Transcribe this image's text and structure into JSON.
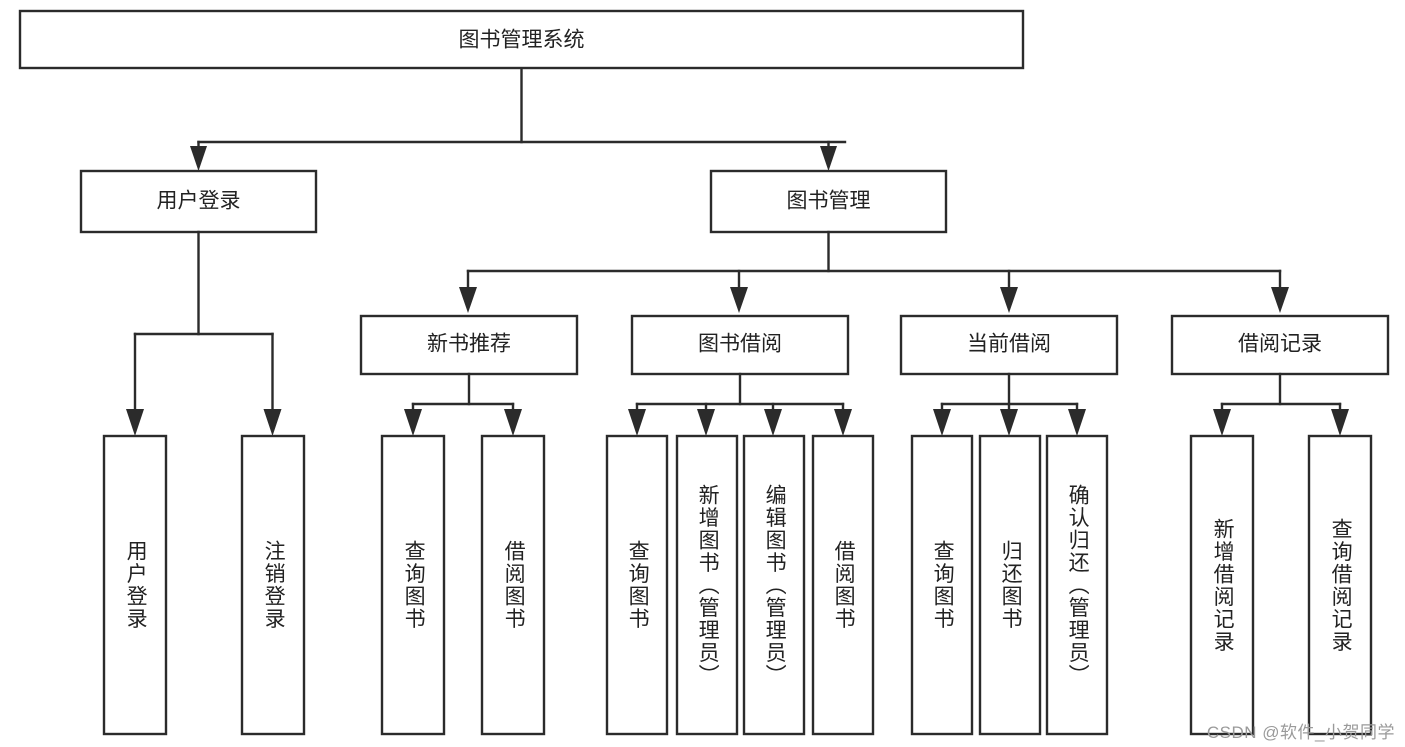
{
  "diagram": {
    "title": "图书管理系统",
    "type": "tree",
    "root": {
      "label": "图书管理系统"
    },
    "level1": [
      {
        "label": "用户登录"
      },
      {
        "label": "图书管理"
      }
    ],
    "level2": [
      {
        "label": "新书推荐",
        "parent": "图书管理"
      },
      {
        "label": "图书借阅",
        "parent": "图书管理"
      },
      {
        "label": "当前借阅",
        "parent": "图书管理"
      },
      {
        "label": "借阅记录",
        "parent": "图书管理"
      }
    ],
    "leaves": {
      "user_login": [
        {
          "label": "用户登录"
        },
        {
          "label": "注销登录"
        }
      ],
      "new_book_recommend": [
        {
          "label": "查询图书"
        },
        {
          "label": "借阅图书"
        }
      ],
      "book_borrow": [
        {
          "label": "查询图书"
        },
        {
          "label": "新增图书（管理员）"
        },
        {
          "label": "编辑图书（管理员）"
        },
        {
          "label": "借阅图书"
        }
      ],
      "current_borrow": [
        {
          "label": "查询图书"
        },
        {
          "label": "归还图书"
        },
        {
          "label": "确认归还（管理员）"
        }
      ],
      "borrow_record": [
        {
          "label": "新增借阅记录"
        },
        {
          "label": "查询借阅记录"
        }
      ]
    }
  },
  "watermark": {
    "text": "CSDN @软件_小贺同学"
  },
  "colors": {
    "stroke": "#2b2b2b",
    "fill": "#ffffff",
    "text": "#222222",
    "watermark": "#9a9a9a"
  }
}
